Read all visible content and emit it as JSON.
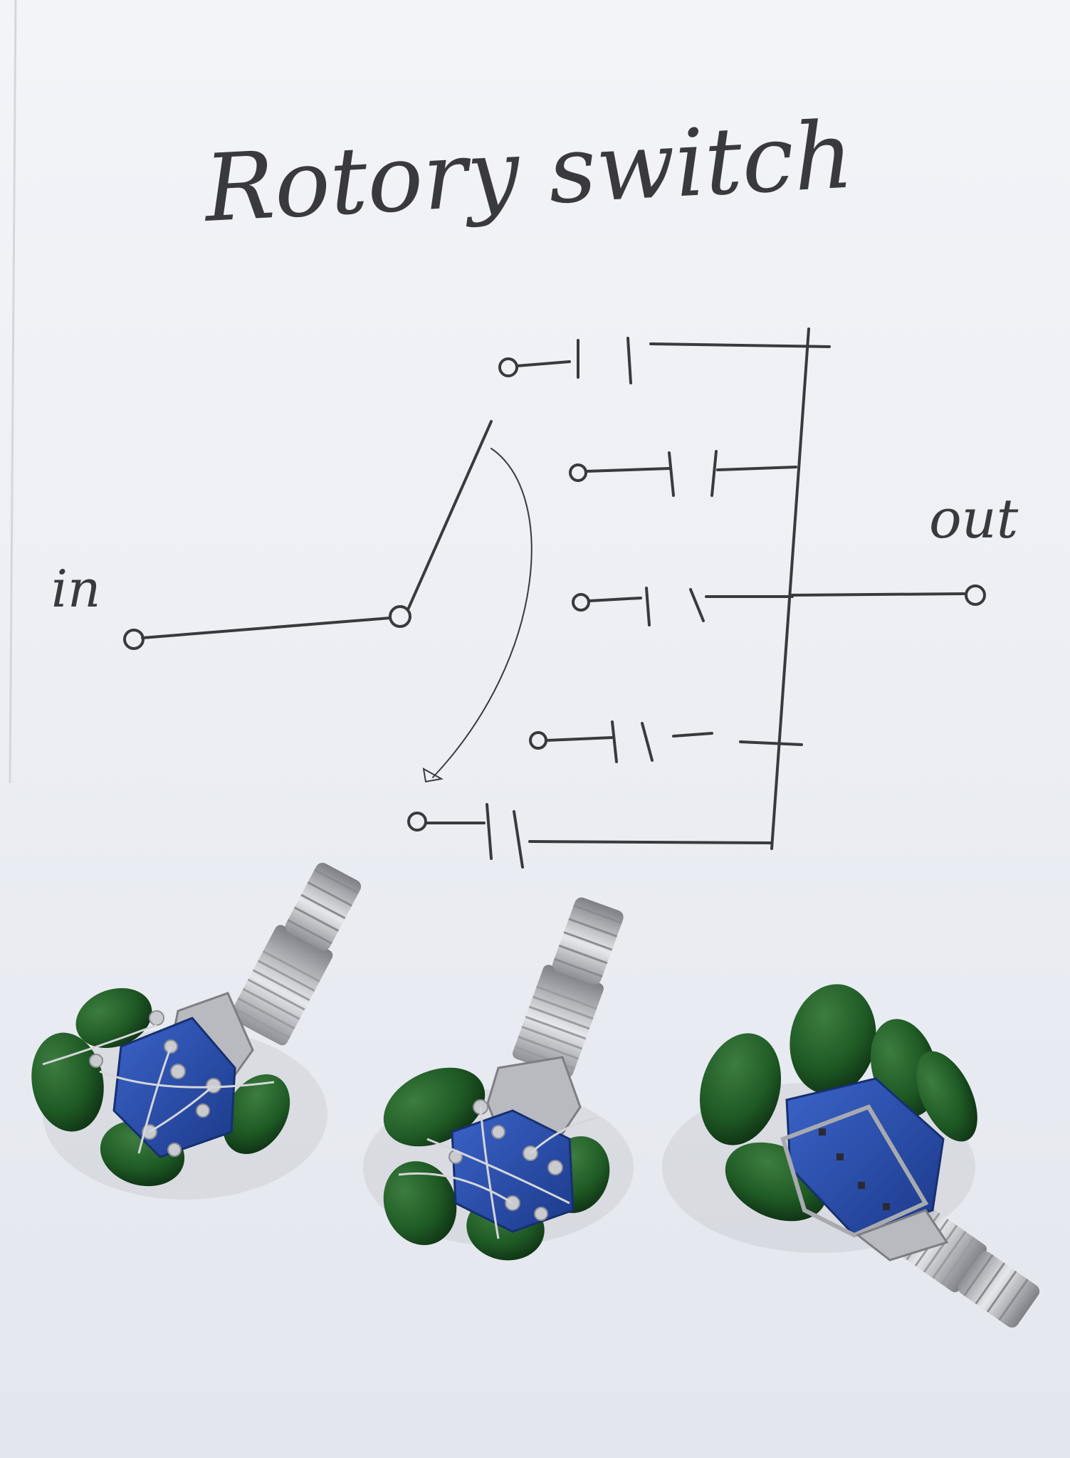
{
  "sketch": {
    "title": "Rotory switch",
    "input_label": "in",
    "output_label": "out"
  },
  "photo": {
    "subjects": [
      "rotary-switch-1",
      "rotary-switch-2",
      "rotary-switch-3"
    ]
  },
  "colors": {
    "paper": "#eceef4",
    "ink": "#3a3a3e",
    "capacitor_green": "#1f5a25",
    "switch_blue": "#2a4fb0",
    "metal": "#c4c6cc"
  }
}
